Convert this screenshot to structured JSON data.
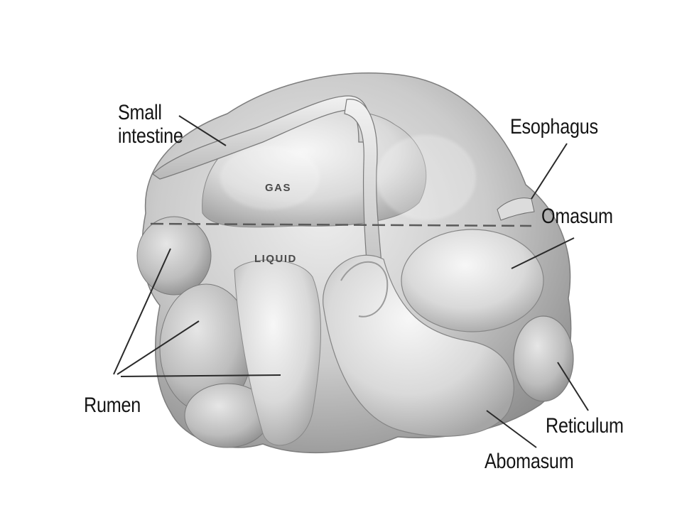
{
  "diagram": {
    "labels": {
      "small_intestine": [
        "Small",
        "intestine"
      ],
      "esophagus": "Esophagus",
      "omasum": "Omasum",
      "rumen": "Rumen",
      "reticulum": "Reticulum",
      "abomasum": "Abomasum"
    },
    "zones": {
      "gas": "GAS",
      "liquid": "LIQUID"
    }
  }
}
